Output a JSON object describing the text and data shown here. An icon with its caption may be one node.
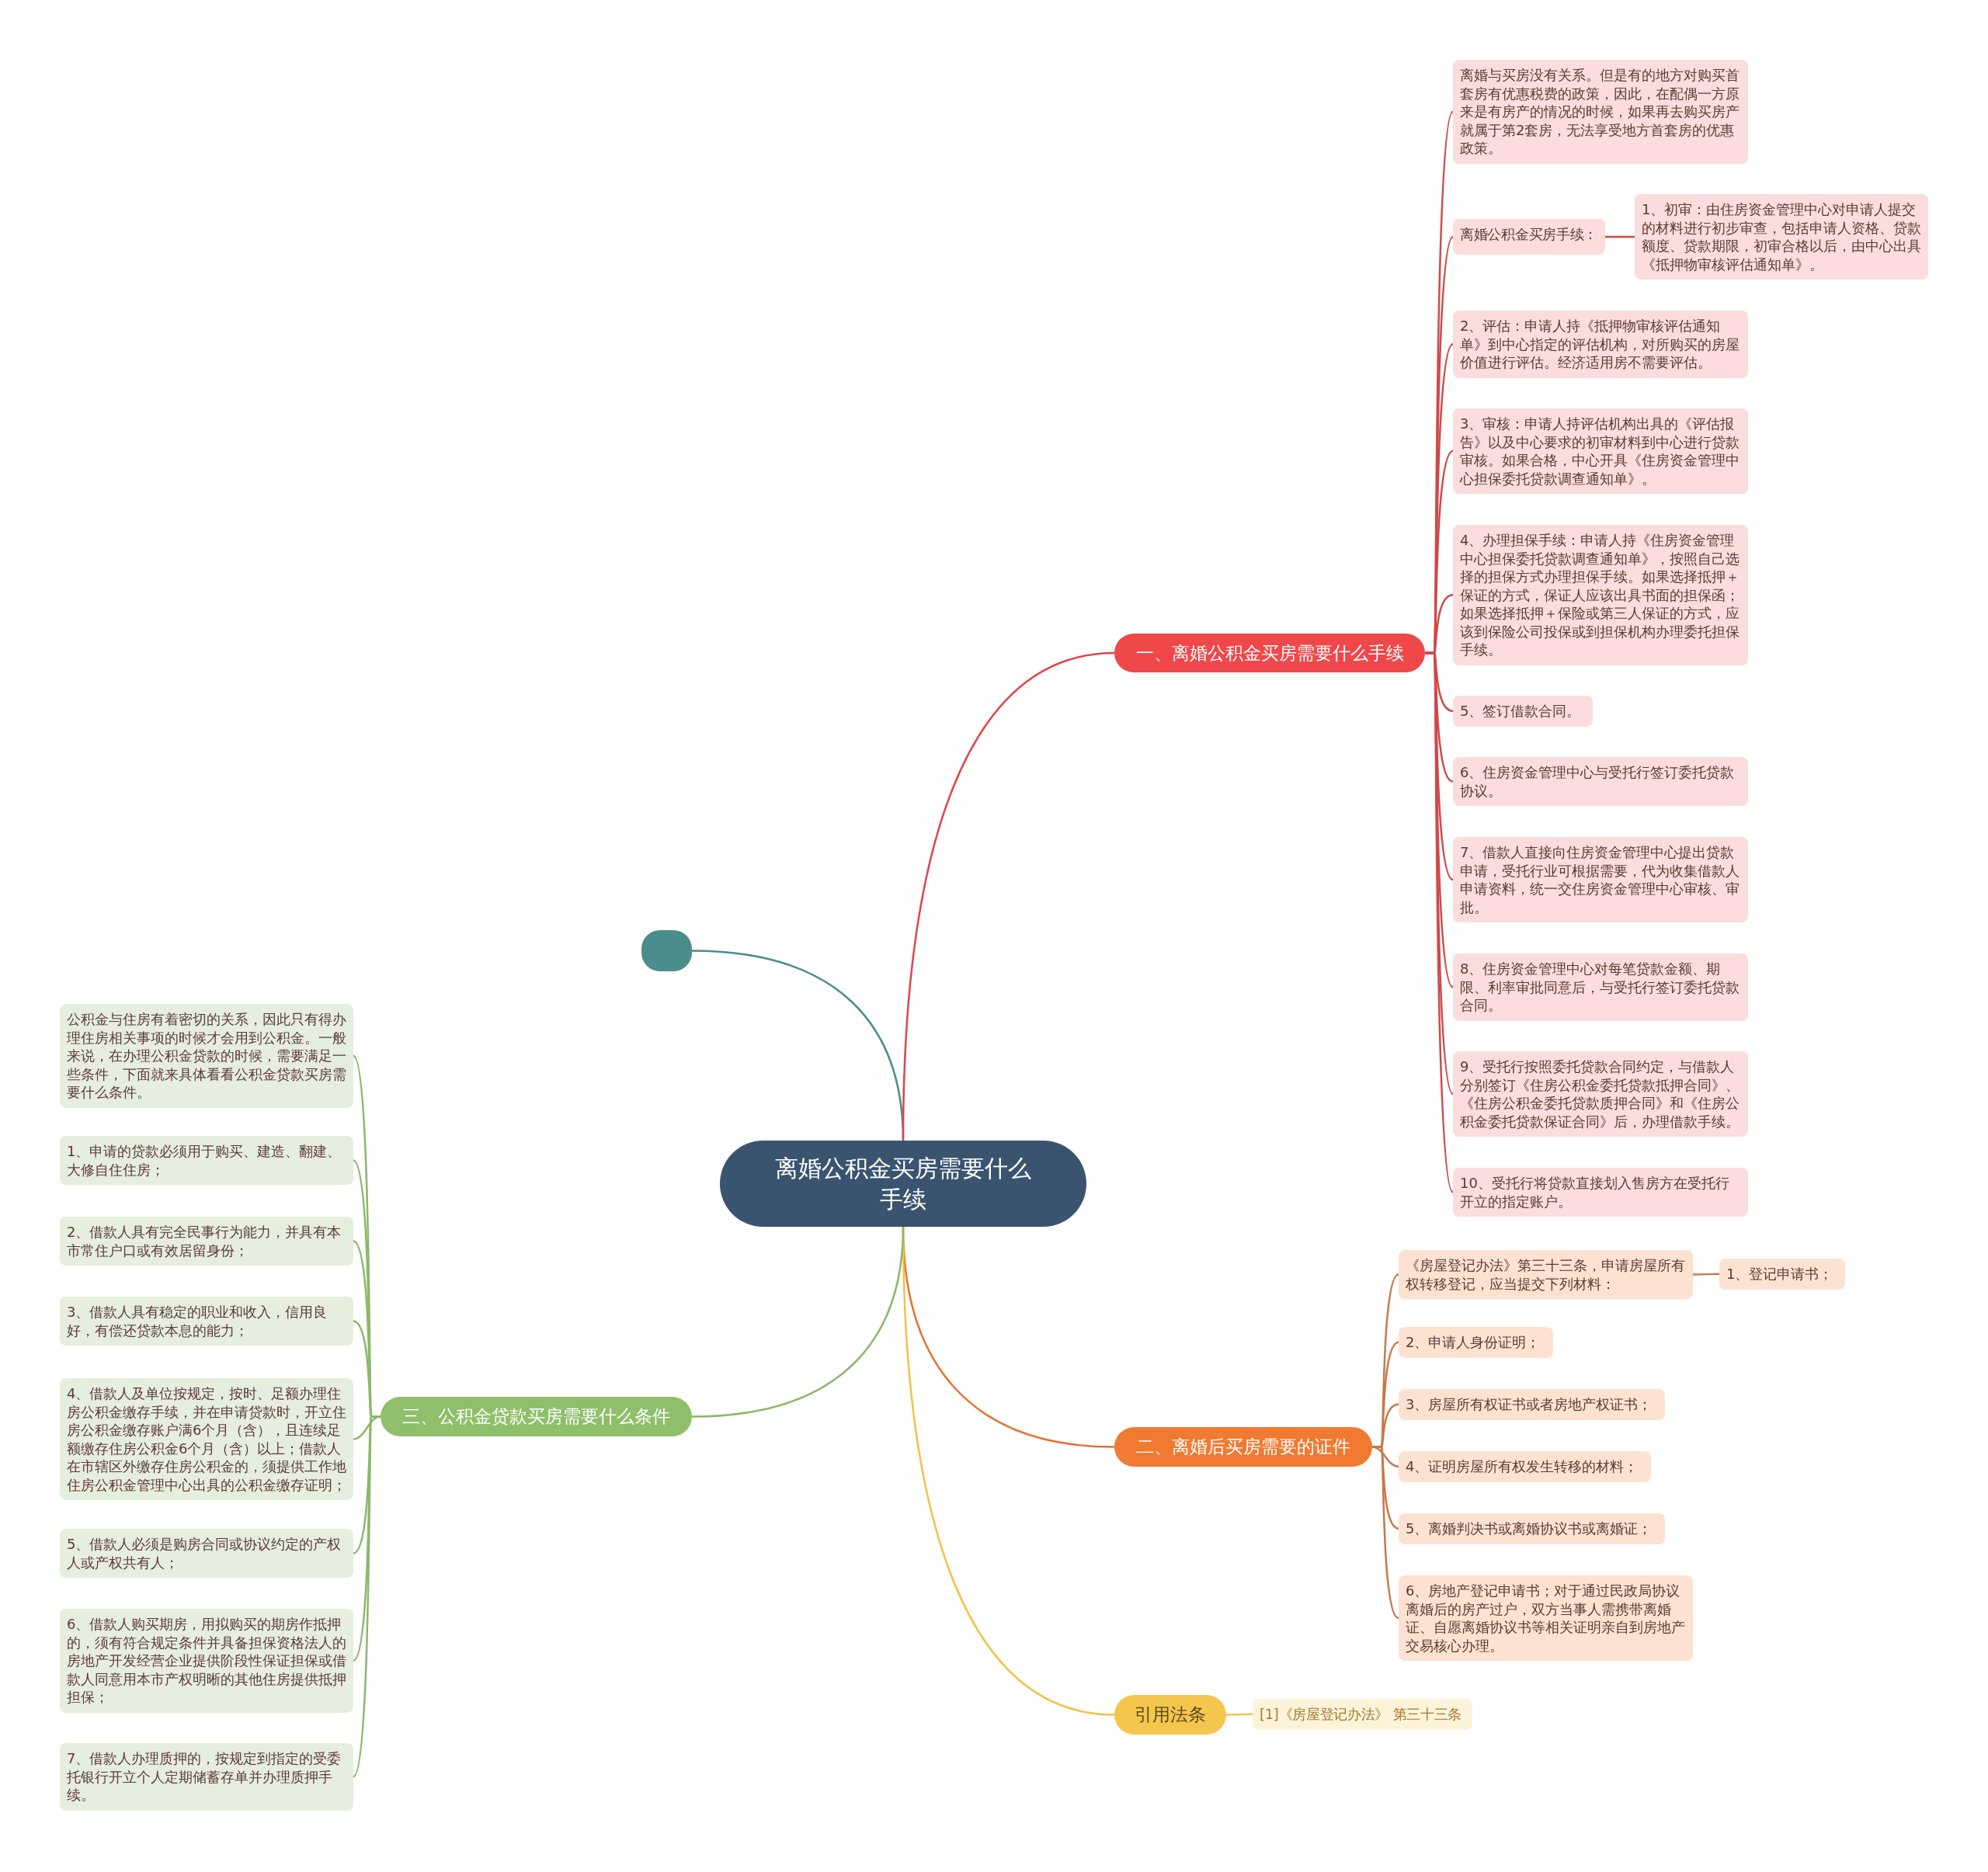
{
  "diagram": {
    "nodes": [
      {
        "text": [
          "离婚公积金买房需要什么手续"
        ]
      },
      {
        "text": [],
        "shape": "box"
      },
      {
        "text": [
          "一、离婚公积金买房需要什么手续"
        ]
      },
      {
        "text": [
          "离婚与买房没有关系。但是有的地方对购买首套房有优惠税费的政策，因此，在配偶一方原来是有房产的情况的时候，如果再去购买房产就属于第2套房，无法享受地方首套房的优惠政策。"
        ]
      },
      {
        "text": [
          "离婚公积金买房手续："
        ]
      },
      {
        "text": [
          "1、初审：由住房资金管理中心对申请人提交的材料进行初步审查，包括申请人资格、贷款额度、贷款期限，初审合格以后，由中心出具《抵押物审核评估通知单》。"
        ]
      },
      {
        "text": [
          "2、评估：申请人持《抵押物审核评估通知单》到中心指定的评估机构，对所购买的房屋价值进行评估。经济适用房不需要评估。"
        ]
      },
      {
        "text": [
          "3、审核：申请人持评估机构出具的《评估报告》以及中心要求的初审材料到中心进行贷款审核。如果合格，中心开具《住房资金管理中心担保委托贷款调查通知单》。"
        ]
      },
      {
        "text": [
          "4、办理担保手续：申请人持《住房资金管理中心担保委托贷款调查通知单》，按照自己选择的担保方式办理担保手续。如果选择抵押＋保证的方式，保证人应该出具书面的担保函；如果选择抵押＋保险或第三人保证的方式，应该到保险公司投保或到担保机构办理委托担保手续。"
        ]
      },
      {
        "text": [
          "5、签订借款合同。"
        ]
      },
      {
        "text": [
          "6、住房资金管理中心与受托行签订委托贷款协议。"
        ]
      },
      {
        "text": [
          "7、借款人直接向住房资金管理中心提出贷款申请，受托行业可根据需要，代为收集借款人申请资料，统一交住房资金管理中心审核、审批。"
        ]
      },
      {
        "text": [
          "8、住房资金管理中心对每笔贷款金额、期限、利率审批同意后，与受托行签订委托贷款合同。"
        ]
      },
      {
        "text": [
          "9、受托行按照委托贷款合同约定，与借款人分别签订《住房公积金委托贷款抵押合同》、《住房公积金委托贷款质押合同》和《住房公积金委托贷款保证合同》后，办理借款手续。"
        ]
      },
      {
        "text": [
          "10、受托行将贷款直接划入售房方在受托行开立的指定账户。"
        ]
      },
      {
        "text": [
          "二、离婚后买房需要的证件"
        ]
      },
      {
        "text": [
          "《房屋登记办法》第三十三条，申请房屋所有权转移登记，应当提交下列材料："
        ]
      },
      {
        "text": [
          "1、登记申请书；"
        ]
      },
      {
        "text": [
          "2、申请人身份证明；"
        ]
      },
      {
        "text": [
          "3、房屋所有权证书或者房地产权证书；"
        ]
      },
      {
        "text": [
          "4、证明房屋所有权发生转移的材料；"
        ]
      },
      {
        "text": [
          "5、离婚判决书或离婚协议书或离婚证；"
        ]
      },
      {
        "text": [
          "6、房地产登记申请书；对于通过民政局协议离婚后的房产过户，双方当事人需携带离婚证、自愿离婚协议书等相关证明亲自到房地产交易核心办理。"
        ]
      },
      {
        "text": [
          "引用法条"
        ]
      },
      {
        "text": [
          "[1]《房屋登记办法》 第三十三条"
        ]
      },
      {
        "text": [
          "三、公积金贷款买房需要什么条件"
        ]
      },
      {
        "text": [
          "公积金与住房有着密切的关系，因此只有得办理住房相关事项的时候才会用到公积金。一般来说，在办理公积金贷款的时候，需要满足一些条件，下面就来具体看看公积金贷款买房需要什么条件。"
        ]
      },
      {
        "text": [
          "1、申请的贷款必须用于购买、建造、翻建、大修自住住房；"
        ]
      },
      {
        "text": [
          "2、借款人具有完全民事行为能力，并具有本市常住户口或有效居留身份；"
        ]
      },
      {
        "text": [
          "3、借款人具有稳定的职业和收入，信用良好，有偿还贷款本息的能力；"
        ]
      },
      {
        "text": [
          "4、借款人及单位按规定，按时、足额办理住房公积金缴存手续，并在申请贷款时，开立住房公积金缴存账户满6个月（含），且连续足额缴存住房公积金6个月（含）以上；借款人在市辖区外缴存住房公积金的，须提供工作地住房公积金管理中心出具的公积金缴存证明；"
        ]
      },
      {
        "text": [
          "5、借款人必须是购房合同或协议约定的产权人或产权共有人；"
        ]
      },
      {
        "text": [
          "6、借款人购买期房，用拟购买的期房作抵押的，须有符合规定条件并具备担保资格法人的房地产开发经营企业提供阶段性保证担保或借款人同意用本市产权明晰的其他住房提供抵押担保；"
        ]
      },
      {
        "text": [
          "7、借款人办理质押的，按规定到指定的受委托银行开立个人定期储蓄存单并办理质押手续。"
        ]
      }
    ],
    "edges": [
      {
        "from": 0,
        "to": 1,
        "arrow": "none",
        "color": "#4a8d8a"
      },
      {
        "from": 0,
        "to": 2,
        "arrow": "none",
        "color": "#e04545"
      },
      {
        "from": 0,
        "to": 15,
        "arrow": "none",
        "color": "#e8702f"
      },
      {
        "from": 0,
        "to": 23,
        "arrow": "none",
        "color": "#f2c343"
      },
      {
        "from": 0,
        "to": 25,
        "arrow": "none",
        "color": "#8ab86a"
      },
      {
        "from": 2,
        "to": 3,
        "arrow": "none",
        "color": "#d04848"
      },
      {
        "from": 2,
        "to": 4,
        "arrow": "none",
        "color": "#d04848"
      },
      {
        "from": 4,
        "to": 5,
        "arrow": "none",
        "color": "#d04848"
      },
      {
        "from": 2,
        "to": 6,
        "arrow": "none",
        "color": "#d04848"
      },
      {
        "from": 2,
        "to": 7,
        "arrow": "none",
        "color": "#d04848"
      },
      {
        "from": 2,
        "to": 8,
        "arrow": "none",
        "color": "#d04848"
      },
      {
        "from": 2,
        "to": 9,
        "arrow": "none",
        "color": "#d04848"
      },
      {
        "from": 2,
        "to": 10,
        "arrow": "none",
        "color": "#d04848"
      },
      {
        "from": 2,
        "to": 11,
        "arrow": "none",
        "color": "#d04848"
      },
      {
        "from": 2,
        "to": 12,
        "arrow": "none",
        "color": "#d04848"
      },
      {
        "from": 2,
        "to": 13,
        "arrow": "none",
        "color": "#d04848"
      },
      {
        "from": 2,
        "to": 14,
        "arrow": "none",
        "color": "#d04848"
      },
      {
        "from": 15,
        "to": 16,
        "arrow": "none",
        "color": "#c8784a"
      },
      {
        "from": 16,
        "to": 17,
        "arrow": "none",
        "color": "#c8784a"
      },
      {
        "from": 15,
        "to": 18,
        "arrow": "none",
        "color": "#c8784a"
      },
      {
        "from": 15,
        "to": 19,
        "arrow": "none",
        "color": "#c8784a"
      },
      {
        "from": 15,
        "to": 20,
        "arrow": "none",
        "color": "#c8784a"
      },
      {
        "from": 15,
        "to": 21,
        "arrow": "none",
        "color": "#c8784a"
      },
      {
        "from": 15,
        "to": 22,
        "arrow": "none",
        "color": "#c8784a"
      },
      {
        "from": 23,
        "to": 24,
        "arrow": "none",
        "color": "#f2c343"
      },
      {
        "from": 25,
        "to": 26,
        "arrow": "none",
        "color": "#8ab86a"
      },
      {
        "from": 25,
        "to": 27,
        "arrow": "none",
        "color": "#8ab86a"
      },
      {
        "from": 25,
        "to": 28,
        "arrow": "none",
        "color": "#8ab86a"
      },
      {
        "from": 25,
        "to": 29,
        "arrow": "none",
        "color": "#8ab86a"
      },
      {
        "from": 25,
        "to": 30,
        "arrow": "none",
        "color": "#8ab86a"
      },
      {
        "from": 25,
        "to": 31,
        "arrow": "none",
        "color": "#8ab86a"
      },
      {
        "from": 25,
        "to": 32,
        "arrow": "none",
        "color": "#8ab86a"
      },
      {
        "from": 25,
        "to": 33,
        "arrow": "none",
        "color": "#8ab86a"
      }
    ]
  }
}
